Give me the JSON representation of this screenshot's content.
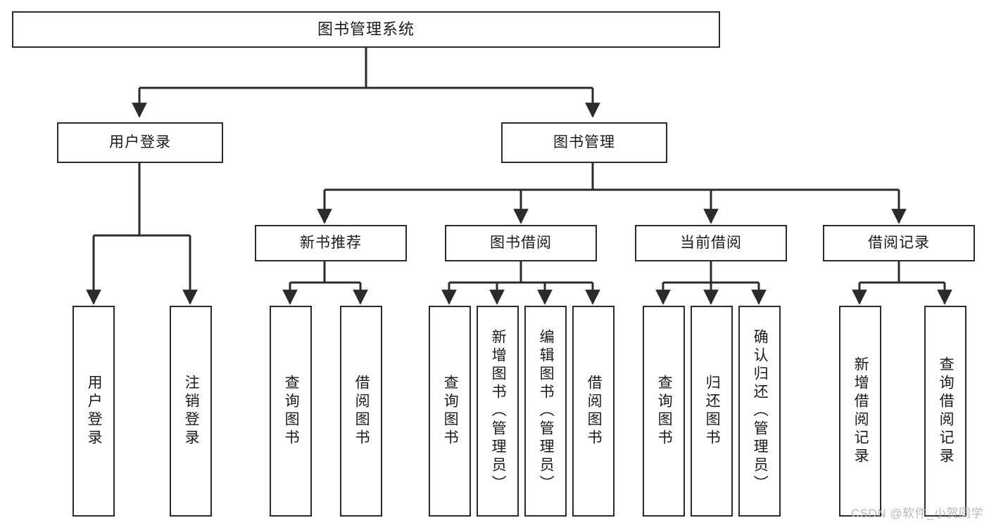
{
  "diagram": {
    "title": "图书管理系统",
    "type": "tree-hierarchy-diagram",
    "watermark": "CSDN @软件_小贺同学",
    "colors": {
      "stroke": "#2b2b2b",
      "fill": "#ffffff",
      "text": "#1a1a1a",
      "watermark": "#b9b9b9"
    },
    "levels": {
      "root": {
        "label": "图书管理系统"
      },
      "level2": [
        {
          "id": "user-login",
          "label": "用户登录"
        },
        {
          "id": "book-manage",
          "label": "图书管理"
        }
      ],
      "level3": [
        {
          "id": "new-book-recommend",
          "label": "新书推荐",
          "parent": "book-manage"
        },
        {
          "id": "book-borrow",
          "label": "图书借阅",
          "parent": "book-manage"
        },
        {
          "id": "current-borrow",
          "label": "当前借阅",
          "parent": "book-manage"
        },
        {
          "id": "borrow-record",
          "label": "借阅记录",
          "parent": "book-manage"
        }
      ],
      "leaves": [
        {
          "id": "leaf-user-login",
          "label": "用户登录",
          "parent": "user-login"
        },
        {
          "id": "leaf-logout",
          "label": "注销登录",
          "parent": "user-login"
        },
        {
          "id": "leaf-query-book-1",
          "label": "查询图书",
          "parent": "new-book-recommend"
        },
        {
          "id": "leaf-borrow-book-1",
          "label": "借阅图书",
          "parent": "new-book-recommend"
        },
        {
          "id": "leaf-query-book-2",
          "label": "查询图书",
          "parent": "book-borrow"
        },
        {
          "id": "leaf-add-book",
          "label": "新增图书（管理员）",
          "parent": "book-borrow"
        },
        {
          "id": "leaf-edit-book",
          "label": "编辑图书（管理员）",
          "parent": "book-borrow"
        },
        {
          "id": "leaf-borrow-book-2",
          "label": "借阅图书",
          "parent": "book-borrow"
        },
        {
          "id": "leaf-query-book-3",
          "label": "查询图书",
          "parent": "current-borrow"
        },
        {
          "id": "leaf-return-book",
          "label": "归还图书",
          "parent": "current-borrow"
        },
        {
          "id": "leaf-confirm-return",
          "label": "确认归还（管理员）",
          "parent": "current-borrow"
        },
        {
          "id": "leaf-add-record",
          "label": "新增借阅记录",
          "parent": "borrow-record"
        },
        {
          "id": "leaf-query-record",
          "label": "查询借阅记录",
          "parent": "borrow-record"
        }
      ]
    }
  }
}
